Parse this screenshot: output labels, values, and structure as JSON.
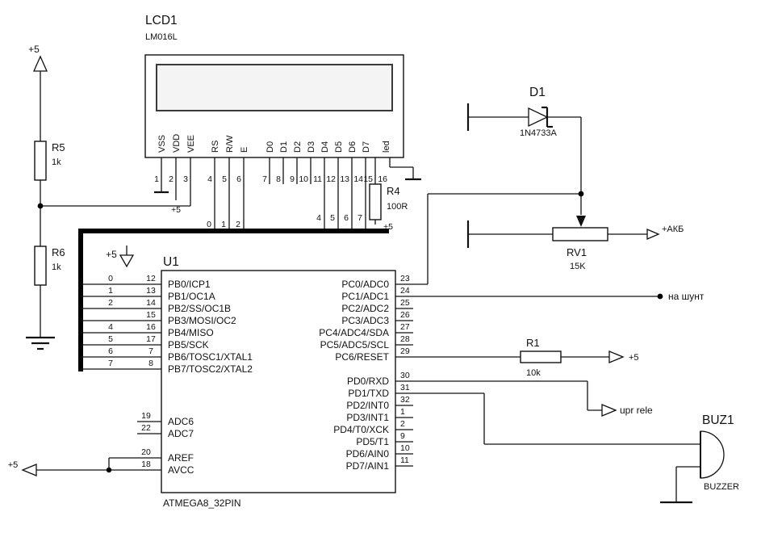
{
  "lcd": {
    "ref": "LCD1",
    "part": "LM016L",
    "pins": [
      "VSS",
      "VDD",
      "VEE",
      "RS",
      "R/W",
      "E",
      "D0",
      "D1",
      "D2",
      "D3",
      "D4",
      "D5",
      "D6",
      "D7",
      "led"
    ],
    "nums": [
      "1",
      "2",
      "3",
      "4",
      "5",
      "6",
      "7",
      "8",
      "9",
      "10",
      "11",
      "12",
      "13",
      "14",
      "15",
      "16"
    ],
    "bus_bits": [
      "0",
      "1",
      "2",
      "4",
      "5",
      "6",
      "7"
    ]
  },
  "mcu": {
    "ref": "U1",
    "part": "ATMEGA8_32PIN",
    "pb": [
      {
        "bit": "0",
        "num": "12",
        "name": "PB0/ICP1"
      },
      {
        "bit": "1",
        "num": "13",
        "name": "PB1/OC1A"
      },
      {
        "bit": "2",
        "num": "14",
        "name": "PB2/SS/OC1B"
      },
      {
        "bit": "",
        "num": "15",
        "name": "PB3/MOSI/OC2"
      },
      {
        "bit": "4",
        "num": "16",
        "name": "PB4/MISO"
      },
      {
        "bit": "5",
        "num": "17",
        "name": "PB5/SCK"
      },
      {
        "bit": "6",
        "num": "7",
        "name": "PB6/TOSC1/XTAL1"
      },
      {
        "bit": "7",
        "num": "8",
        "name": "PB7/TOSC2/XTAL2"
      }
    ],
    "adc": [
      {
        "num": "19",
        "name": "ADC6"
      },
      {
        "num": "22",
        "name": "ADC7"
      }
    ],
    "pwr": [
      {
        "num": "20",
        "name": "AREF"
      },
      {
        "num": "18",
        "name": "AVCC"
      }
    ],
    "pc": [
      {
        "num": "23",
        "name": "PC0/ADC0"
      },
      {
        "num": "24",
        "name": "PC1/ADC1"
      },
      {
        "num": "25",
        "name": "PC2/ADC2"
      },
      {
        "num": "26",
        "name": "PC3/ADC3"
      },
      {
        "num": "27",
        "name": "PC4/ADC4/SDA"
      },
      {
        "num": "28",
        "name": "PC5/ADC5/SCL"
      },
      {
        "num": "29",
        "name": "PC6/RESET"
      }
    ],
    "pd": [
      {
        "num": "30",
        "name": "PD0/RXD"
      },
      {
        "num": "31",
        "name": "PD1/TXD"
      },
      {
        "num": "32",
        "name": "PD2/INT0"
      },
      {
        "num": "1",
        "name": "PD3/INT1"
      },
      {
        "num": "2",
        "name": "PD4/T0/XCK"
      },
      {
        "num": "9",
        "name": "PD5/T1"
      },
      {
        "num": "10",
        "name": "PD6/AIN0"
      },
      {
        "num": "11",
        "name": "PD7/AIN1"
      }
    ]
  },
  "r5": {
    "ref": "R5",
    "value": "1k"
  },
  "r6": {
    "ref": "R6",
    "value": "1k"
  },
  "r4": {
    "ref": "R4",
    "value": "100R"
  },
  "r1": {
    "ref": "R1",
    "value": "10k"
  },
  "d1": {
    "ref": "D1",
    "value": "1N4733A"
  },
  "rv1": {
    "ref": "RV1",
    "value": "15K"
  },
  "buz": {
    "ref": "BUZ1",
    "value": "BUZZER"
  },
  "nets": {
    "plus5": "+5",
    "akb": "+АКБ",
    "shunt": "на шунт",
    "upr": "upr rele"
  }
}
